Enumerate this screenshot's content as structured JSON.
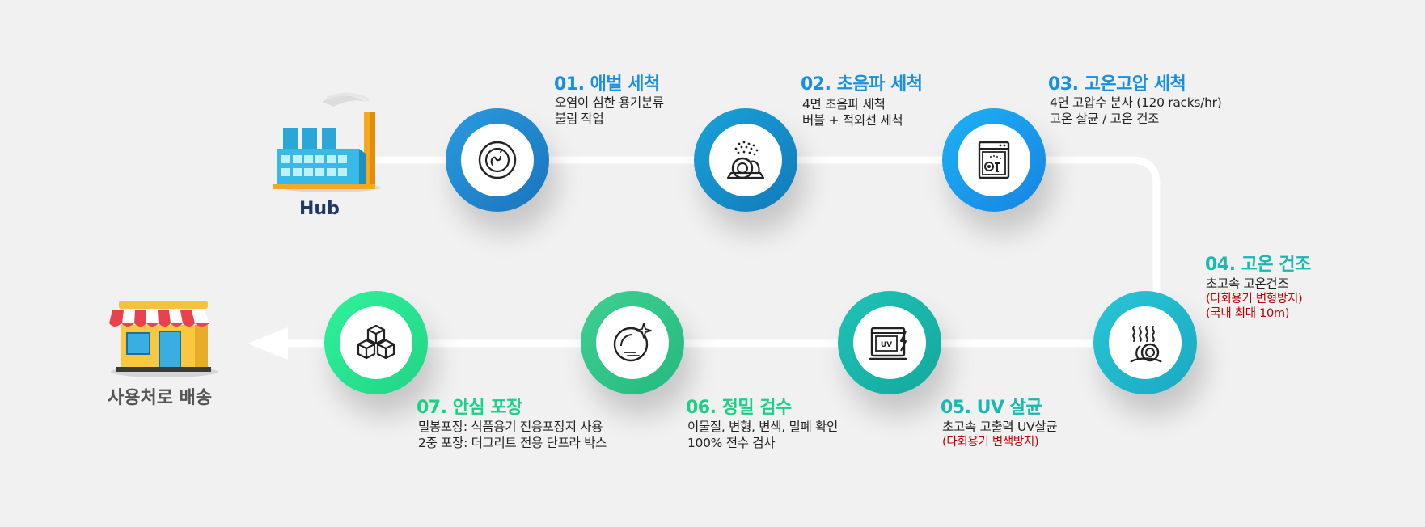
{
  "hub": {
    "label": "Hub"
  },
  "destination": {
    "label": "사용처로 배송"
  },
  "colors": {
    "step1": "#1e88d0",
    "step2": "#1591d1",
    "step3": "#1a9bef",
    "step4": "#22bccc",
    "step5": "#1bb9ab",
    "step6": "#33c98c",
    "step7": "#2eea8e",
    "blue_text": "#1a8fe0",
    "green_text": "#1fcf88",
    "teal_text": "#19b8b0",
    "note_red": "#c00000",
    "hub_text": "#1f3a6a",
    "dest_text": "#555555"
  },
  "steps": [
    {
      "title": "01. 애벌 세척",
      "lines": [
        "오염이 심한 용기분류",
        "불림 작업"
      ],
      "notes": [],
      "icon": "bowl-wash-icon"
    },
    {
      "title": "02. 초음파 세척",
      "lines": [
        "4면 초음파 세척",
        "버블 + 적외선 세척"
      ],
      "notes": [],
      "icon": "ultrasonic-dish-icon"
    },
    {
      "title": "03. 고온고압 세척",
      "lines": [
        "4면 고압수 분사 (120 racks/hr)",
        "고온 살균 / 고온 건조"
      ],
      "notes": [],
      "icon": "dishwasher-icon"
    },
    {
      "title": "04. 고온 건조",
      "lines": [
        "초고속 고온건조"
      ],
      "notes": [
        "(다회용기 변형방지)",
        "(국내 최대 10m)"
      ],
      "icon": "hot-dry-dish-icon"
    },
    {
      "title": "05. UV 살균",
      "lines": [
        "초고속 고출력 UV살균"
      ],
      "notes": [
        "(다회용기 변색방지)"
      ],
      "icon": "uv-oven-icon"
    },
    {
      "title": "06. 정밀 검수",
      "lines": [
        "이물질, 변형, 변색, 밀폐 확인",
        "100% 전수 검사"
      ],
      "notes": [],
      "icon": "sparkle-plate-icon"
    },
    {
      "title": "07. 안심 포장",
      "lines": [
        "밀봉포장: 식품용기 전용포장지 사용",
        "2중 포장: 더그리트 전용 단프라 박스"
      ],
      "notes": [],
      "icon": "boxes-icon"
    }
  ]
}
